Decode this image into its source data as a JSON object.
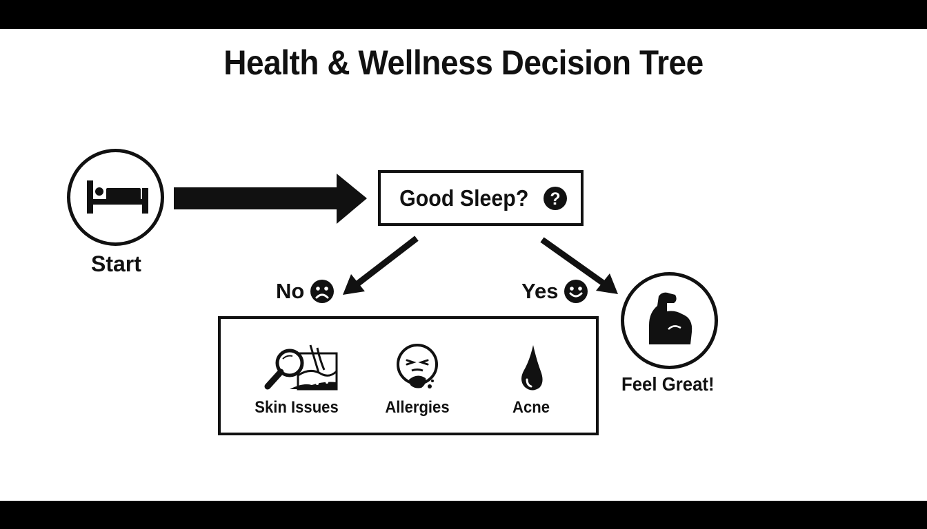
{
  "title": "Health & Wellness Decision Tree",
  "nodes": {
    "start": {
      "label": "Start",
      "icon": "bed-icon"
    },
    "decision": {
      "label": "Good Sleep?",
      "icon": "question-icon"
    },
    "no_branch": {
      "label": "No",
      "icon": "sad-face-icon"
    },
    "yes_branch": {
      "label": "Yes",
      "icon": "happy-face-icon"
    },
    "outcome_good": {
      "label": "Feel Great!",
      "icon": "flexed-bicep-icon"
    }
  },
  "issues": [
    {
      "label": "Skin Issues",
      "icon": "magnifier-skin-icon"
    },
    {
      "label": "Allergies",
      "icon": "sneezing-face-icon"
    },
    {
      "label": "Acne",
      "icon": "drop-icon"
    }
  ],
  "colors": {
    "ink": "#111111",
    "background": "#ffffff",
    "letterbox": "#000000"
  }
}
